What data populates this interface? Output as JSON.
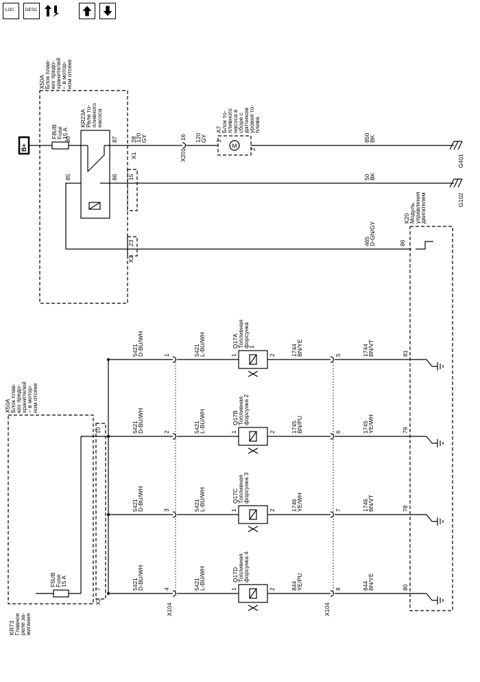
{
  "toolbar": {
    "loc_label": "LOC",
    "desc_label": "DESC",
    "icons": [
      "location-icon",
      "description-icon",
      "connector-icon",
      "arrow-up-icon",
      "arrow-down-icon"
    ]
  },
  "labels": {
    "x50a_top": [
      "X50A",
      "Блок плав-",
      "ких предо-",
      "хранителей",
      "– в мотор-",
      "ном отсеке"
    ],
    "x50a_left": [
      "X50A",
      "Блок плав-",
      "ких предо-",
      "хранителей",
      "– в мотор-",
      "ном отсеке"
    ],
    "b_plus": "B+",
    "f8ub": [
      "F8UB",
      "Fuse",
      "15 A"
    ],
    "f5ub": [
      "F5UB",
      "Fuse",
      "15 A"
    ],
    "kr23a": [
      "KR23A",
      "Реле то-",
      "пливного",
      "насоса"
    ],
    "kr73": [
      "KR73",
      "Главное",
      "реле за-",
      "жигания"
    ],
    "a7": [
      "A7",
      "Блок то-",
      "пливного",
      "насоса в",
      "сборе с",
      "датчиком",
      "уровня то-",
      "плива"
    ],
    "k20": [
      "K20",
      "Модуль",
      "управления",
      "двигателем"
    ],
    "pins_relay": [
      "30",
      "87",
      "85",
      "86"
    ],
    "x1": "X1",
    "x2": "X2",
    "x201": "X201",
    "x104": "X104",
    "pin28": "28",
    "pin15": "15",
    "pin23": "23",
    "pin10": "10",
    "pin7": "7",
    "pin16": "16",
    "pin1": "1",
    "pin2": "2",
    "pin86k": "86",
    "wire120a": [
      "120",
      "GY"
    ],
    "wire120b": [
      "120",
      "GY"
    ],
    "wire850": [
      "850",
      "BK"
    ],
    "wire50": [
      "50",
      "BK"
    ],
    "wire465": [
      "465",
      "D-GN/GY"
    ],
    "g401": "G401",
    "g102": "G102"
  },
  "injectors": [
    {
      "name": [
        "Q17A",
        "Топливная",
        "форсунка",
        "1"
      ],
      "x104_in": "1",
      "x104_out": "5",
      "wire_in_a": [
        "5421",
        "D-BU/WH"
      ],
      "wire_in_b": [
        "5421",
        "L-BU/WH"
      ],
      "wire_out_a": [
        "1744",
        "BN/YE"
      ],
      "wire_out_b": [
        "1744",
        "BN/VT"
      ],
      "ecm_pin": "81"
    },
    {
      "name": [
        "Q17B",
        "Топливная",
        "форсунка 2"
      ],
      "x104_in": "2",
      "x104_out": "6",
      "wire_in_a": [
        "5421",
        "D-BU/WH"
      ],
      "wire_in_b": [
        "5421",
        "L-BU/WH"
      ],
      "wire_out_a": [
        "1745",
        "BN/PU"
      ],
      "wire_out_b": [
        "1745",
        "YE/WH"
      ],
      "ecm_pin": "79"
    },
    {
      "name": [
        "Q17C",
        "Топливная",
        "форсунка 3"
      ],
      "x104_in": "3",
      "x104_out": "7",
      "wire_in_a": [
        "5421",
        "D-BU/WH"
      ],
      "wire_in_b": [
        "5421",
        "L-BU/WH"
      ],
      "wire_out_a": [
        "1746",
        "YE/WH"
      ],
      "wire_out_b": [
        "1746",
        "BN/VT"
      ],
      "ecm_pin": "78"
    },
    {
      "name": [
        "Q17D",
        "Топливная",
        "форсунка 4"
      ],
      "x104_in": "4",
      "x104_out": "8",
      "wire_in_a": [
        "5421",
        "D-BU/WH"
      ],
      "wire_in_b": [
        "5421",
        "L-BU/WH"
      ],
      "wire_out_a": [
        "844",
        "YE/PU"
      ],
      "wire_out_b": [
        "844",
        "BN/YE"
      ],
      "ecm_pin": "80"
    }
  ]
}
